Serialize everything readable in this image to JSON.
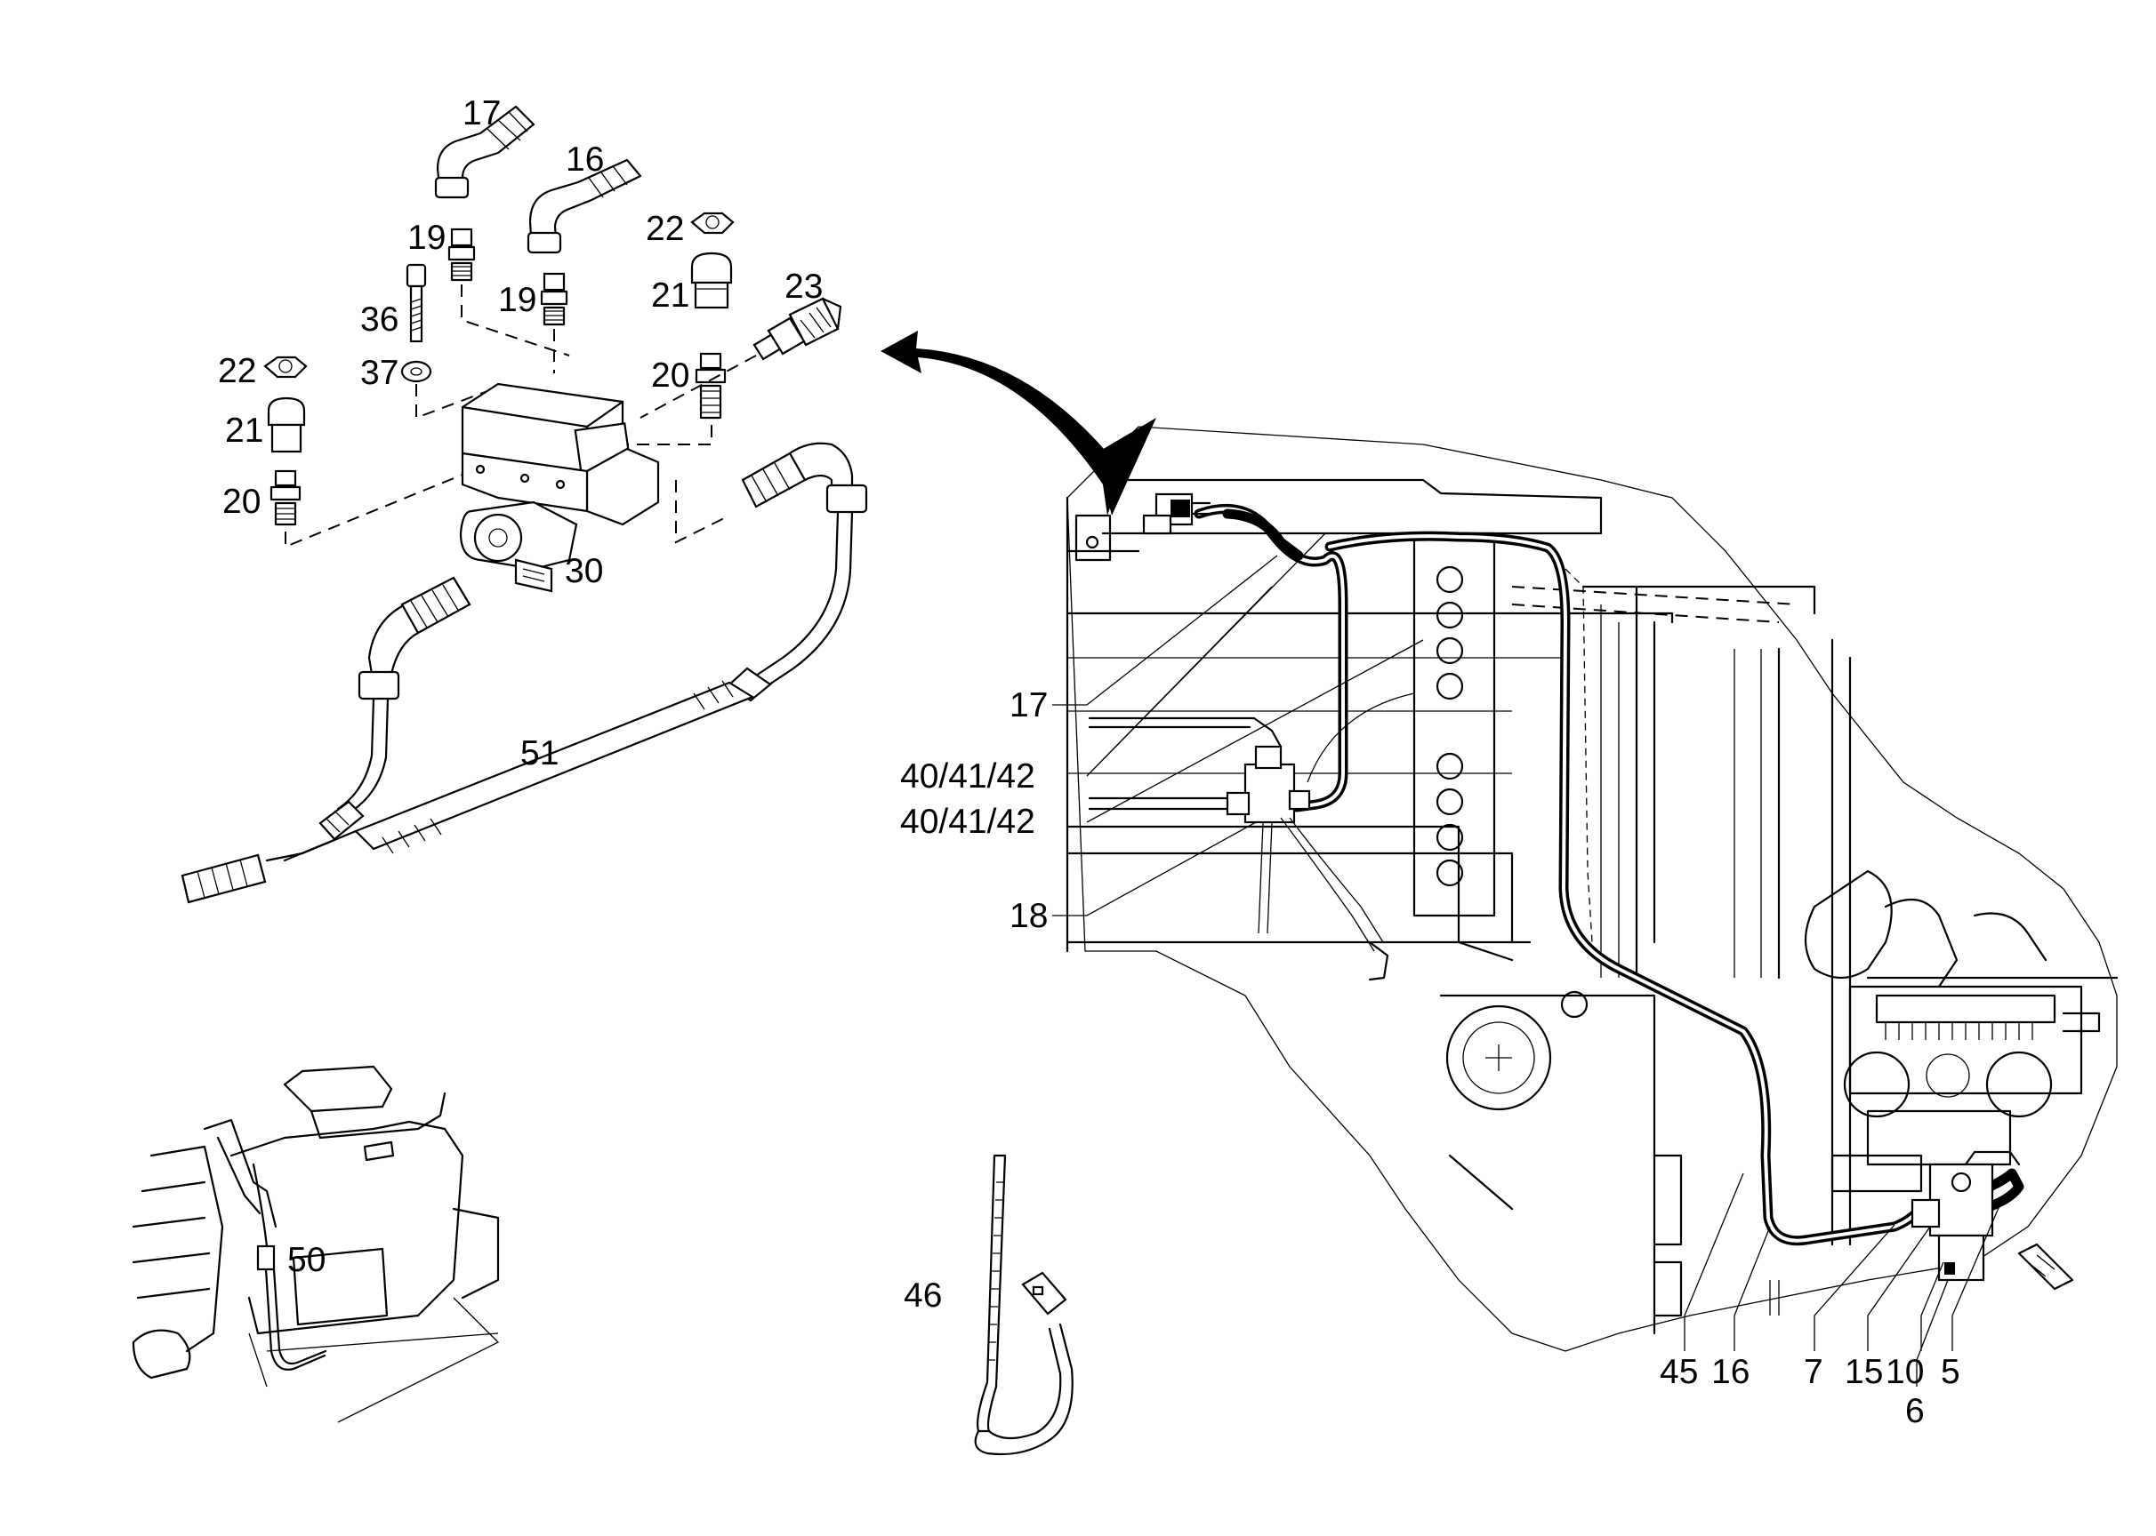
{
  "diagram": {
    "exploded_view_labels": {
      "hose_17": "17",
      "hose_16": "16",
      "fitting_19_left": "19",
      "fitting_19_right": "19",
      "nut_22_right": "22",
      "plug_21_right": "21",
      "sensor_23": "23",
      "screw_36": "36",
      "washer_37": "37",
      "nut_22_left": "22",
      "plug_21_left": "21",
      "fitting_20_right": "20",
      "fitting_20_left": "20",
      "valve_30": "30",
      "harness_51": "51"
    },
    "seat_view_labels": {
      "switch_50": "50"
    },
    "tie_labels": {
      "cable_tie_46": "46"
    },
    "engine_view_labels": {
      "hose_17": "17",
      "clamp_set_upper": "40/41/42",
      "clamp_set_lower": "40/41/42",
      "fitting_18": "18",
      "part_45": "45",
      "hose_16": "16",
      "part_7": "7",
      "part_15": "15",
      "part_10": "10",
      "part_5": "5",
      "part_6": "6"
    }
  }
}
